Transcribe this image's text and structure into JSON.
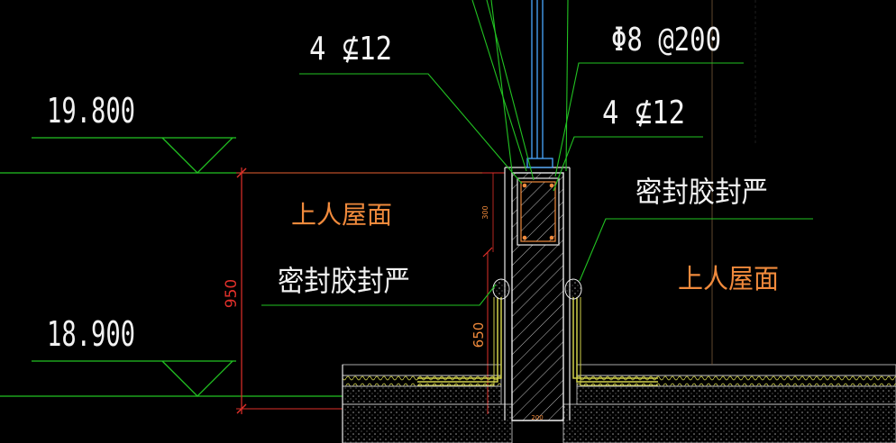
{
  "labels": {
    "elev_top": "19.800",
    "elev_bottom": "18.900",
    "rebar_left": "4 ⊈12",
    "rebar_right": "4 ⊈12",
    "stirrup": "Φ8 @200",
    "seal_left": "密封胶封严",
    "seal_right": "密封胶封严",
    "roof_left": "上人屋面",
    "roof_right": "上人屋面",
    "dim_950": "950",
    "dim_650": "650",
    "dim_300": "300",
    "dim_bottom": "200"
  },
  "colors": {
    "background": "#000000",
    "text": "#f2f2f2",
    "leader": "#22c322",
    "dimension": "#e0302a",
    "annotation": "#f08a3c",
    "structure": "#e8e8e8"
  }
}
